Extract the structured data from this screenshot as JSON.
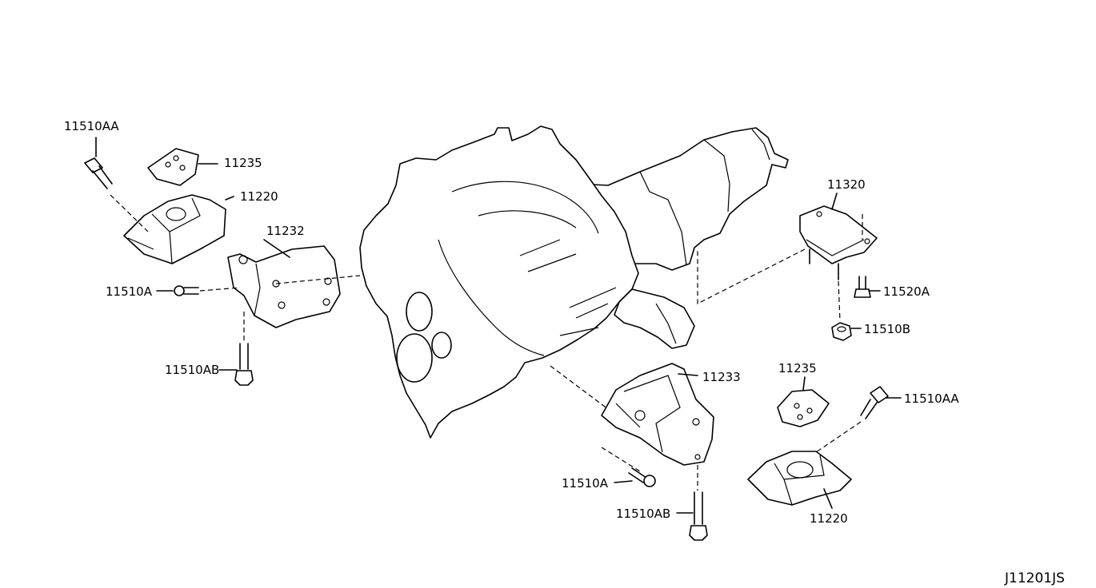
{
  "diagram_code": "J11201JS",
  "parts": {
    "p11510AA_left": "11510AA",
    "p11235_left": "11235",
    "p11220_left": "11220",
    "p11232": "11232",
    "p11510A_left": "11510A",
    "p11510AB_left": "11510AB",
    "p11320": "11320",
    "p11520A": "11520A",
    "p11510B": "11510B",
    "p11233": "11233",
    "p11235_right": "11235",
    "p11510AA_right": "11510AA",
    "p11510A_bottom": "11510A",
    "p11510AB_bottom": "11510AB",
    "p11220_right": "11220"
  }
}
